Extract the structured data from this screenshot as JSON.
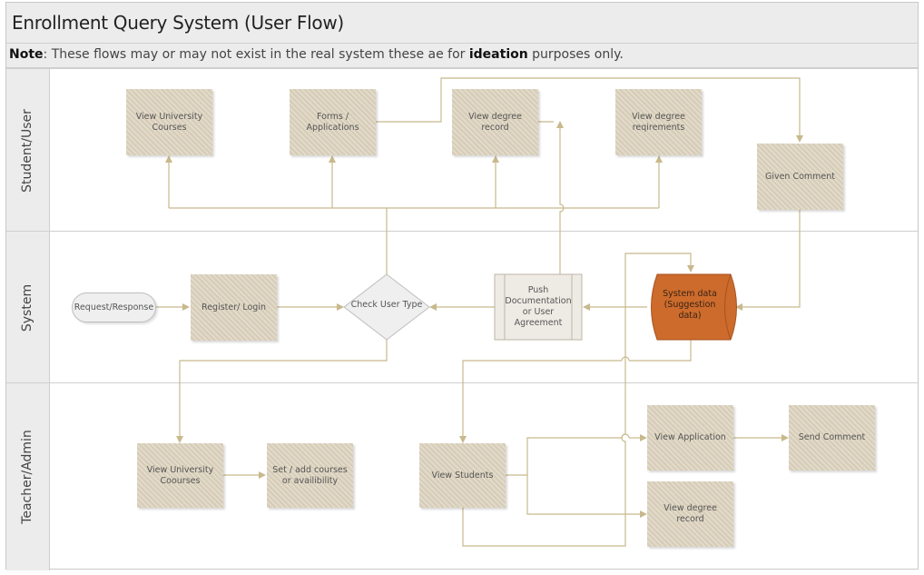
{
  "title": "Enrollment Query System (User Flow)",
  "note": {
    "label": "Note",
    "text_before": ": These flows may or may not exist in the real system these ae for ",
    "emphasis": "ideation",
    "text_after": " purposes only."
  },
  "lanes": [
    {
      "label": "Student/User"
    },
    {
      "label": "System"
    },
    {
      "label": "Teacher/Admin"
    }
  ],
  "nodes": {
    "view_university_courses_student": "View University Courses",
    "forms_applications": "Forms / Applications",
    "view_degree_record_student": "View degree record",
    "view_degree_requirements": "View degree reqirements",
    "given_comment": "Given Comment",
    "request_response": "Request/Response",
    "register_login": "Register/ Login",
    "check_user_type": "Check User Type",
    "push_documentation": "Push Documentation or User Agreement",
    "system_data": "System data (Suggestion data)",
    "view_university_courses_teacher": "View University Coourses",
    "set_add_courses": "Set / add courses or availibility",
    "view_students": "View Students",
    "view_application": "View Application",
    "send_comment": "Send Comment",
    "view_degree_record_teacher": "View degree record"
  },
  "colors": {
    "connector": "#c8b98c",
    "process_box": "#ddd4c2",
    "system_data": "#cc6b2c",
    "lane_header": "#ececec"
  }
}
